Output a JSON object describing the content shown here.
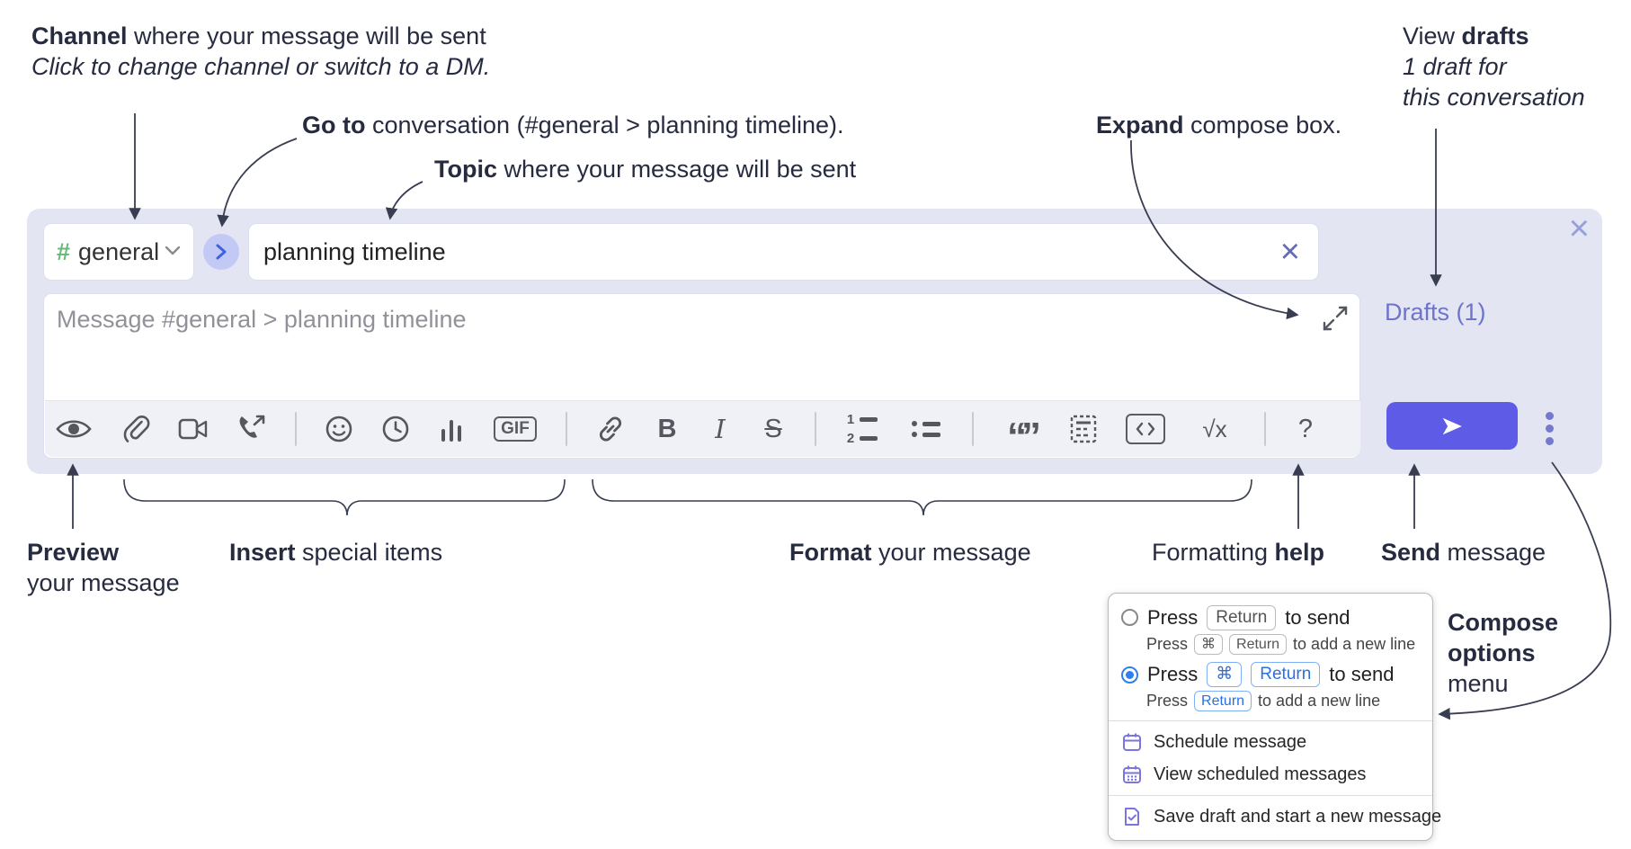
{
  "annotations": {
    "channel": {
      "bold": "Channel",
      "rest": " where your message will be sent",
      "sub_italic": "Click to change channel or switch to a DM."
    },
    "goto": {
      "bold": "Go to",
      "rest": " conversation (#general > planning timeline)."
    },
    "topic": {
      "bold": "Topic",
      "rest": " where your message will be sent"
    },
    "expand": {
      "bold": "Expand",
      "rest": " compose box."
    },
    "view_drafts": {
      "pre": "View ",
      "bold": "drafts",
      "line2": "1 draft for",
      "line3": "this conversation"
    },
    "preview": {
      "bold": "Preview",
      "line2": "your message"
    },
    "insert": {
      "bold": "Insert",
      "rest": " special items"
    },
    "format": {
      "bold": "Format",
      "rest": " your message"
    },
    "formatting_help": {
      "pre": "Formatting ",
      "bold": "help"
    },
    "send": {
      "bold": "Send",
      "rest": " message"
    },
    "compose_options": {
      "line1": "Compose",
      "line2": "options",
      "line3": "menu"
    }
  },
  "compose": {
    "channel": {
      "hash": "#",
      "name": "general"
    },
    "topic_value": "planning timeline",
    "message_placeholder": "Message #general > planning timeline",
    "drafts_label": "Drafts (1)",
    "toolbar": {
      "icons": [
        "preview",
        "attach-file",
        "start-video-call",
        "start-voice-call",
        "emoji",
        "add-global-time",
        "add-poll",
        "add-gif",
        "link",
        "bold",
        "italic",
        "strikethrough",
        "numbered-list",
        "bulleted-list",
        "quote",
        "spoiler",
        "code",
        "math",
        "message-formatting-help"
      ],
      "gif_label": "GIF",
      "bold_label": "B",
      "italic_label": "I",
      "strike_label": "S",
      "math_label": "√x",
      "help_label": "?",
      "ol1": "1",
      "ol2": "2"
    }
  },
  "popup": {
    "options": [
      {
        "pre": "Press",
        "key1": "Return",
        "post": "to send",
        "sub_pre": "Press",
        "sub_key1": "⌘",
        "sub_key2": "Return",
        "sub_post": "to add a new line"
      },
      {
        "pre": "Press",
        "key1": "⌘",
        "key2": "Return",
        "post": "to send",
        "sub_pre": "Press",
        "sub_key1": "Return",
        "sub_post": "to add a new line"
      }
    ],
    "items": [
      {
        "icon": "calendar-schedule",
        "label": "Schedule message"
      },
      {
        "icon": "calendar-scheduled-list",
        "label": "View scheduled messages"
      },
      {
        "icon": "save-draft-file",
        "label": "Save draft and start a new message"
      }
    ]
  },
  "colors": {
    "compose_bg": "#e3e5f3",
    "send_accent": "#5e5ce6",
    "drafts_link": "#6d74c9",
    "radio_selected_blue": "#2f80ed",
    "keycap_blue": "#2b6fe3",
    "menu_icon_purple": "#7b75dd",
    "hash_green": "#69b97a",
    "annotation_text": "#262b40"
  }
}
